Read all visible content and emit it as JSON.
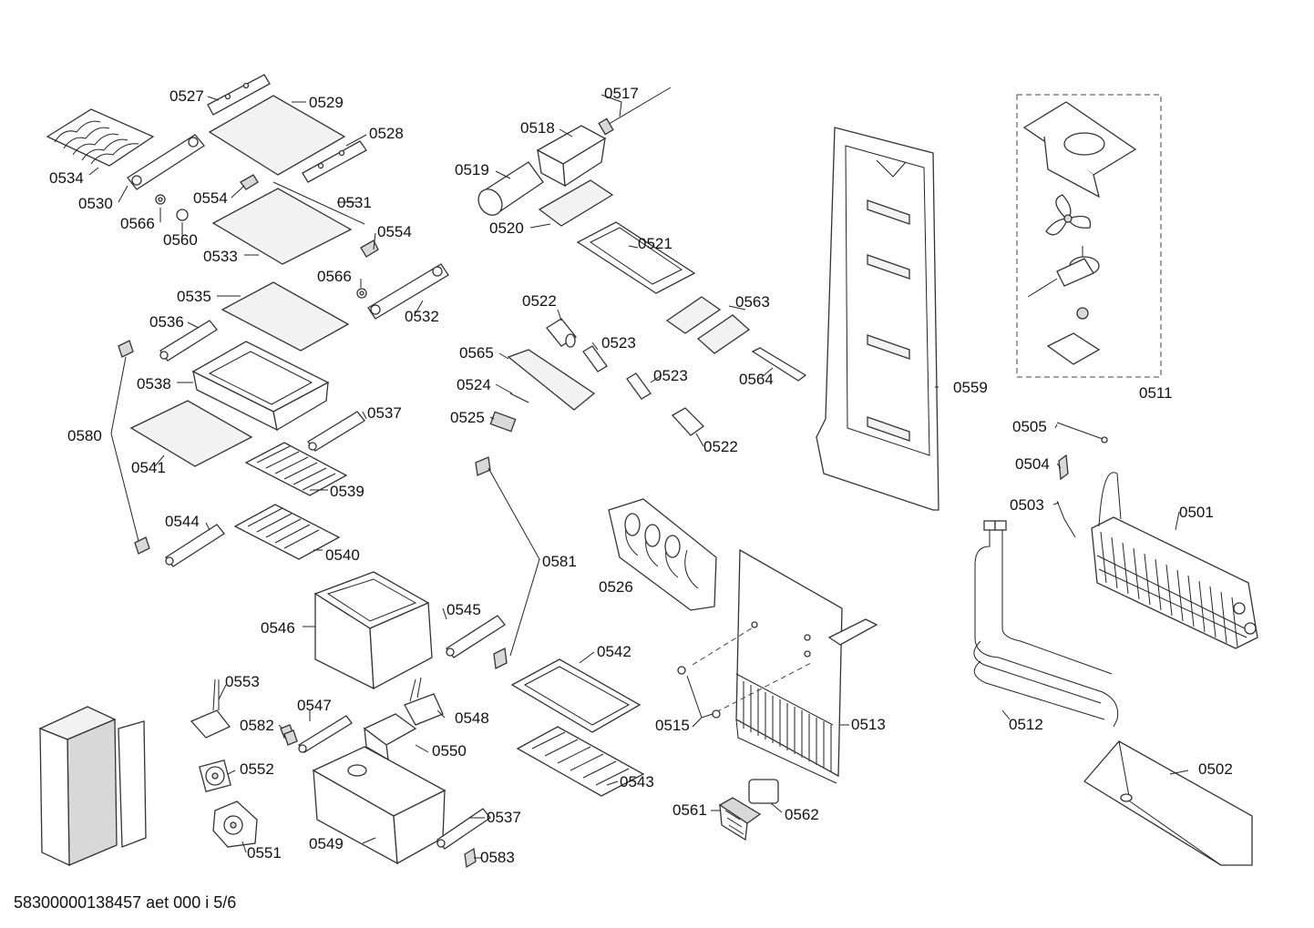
{
  "diagram": {
    "parts": [
      {
        "label": "0527"
      },
      {
        "label": "0529"
      },
      {
        "label": "0528"
      },
      {
        "label": "0534"
      },
      {
        "label": "0530"
      },
      {
        "label": "0554"
      },
      {
        "label": "0531"
      },
      {
        "label": "0566"
      },
      {
        "label": "0560"
      },
      {
        "label": "0554"
      },
      {
        "label": "0533"
      },
      {
        "label": "0566"
      },
      {
        "label": "0532"
      },
      {
        "label": "0535"
      },
      {
        "label": "0536"
      },
      {
        "label": "0538"
      },
      {
        "label": "0537"
      },
      {
        "label": "0580"
      },
      {
        "label": "0541"
      },
      {
        "label": "0539"
      },
      {
        "label": "0544"
      },
      {
        "label": "0540"
      },
      {
        "label": "0517"
      },
      {
        "label": "0518"
      },
      {
        "label": "0519"
      },
      {
        "label": "0520"
      },
      {
        "label": "0521"
      },
      {
        "label": "0522"
      },
      {
        "label": "0563"
      },
      {
        "label": "0523"
      },
      {
        "label": "0565"
      },
      {
        "label": "0523"
      },
      {
        "label": "0524"
      },
      {
        "label": "0564"
      },
      {
        "label": "0525"
      },
      {
        "label": "0522"
      },
      {
        "label": "0581"
      },
      {
        "label": "0559"
      },
      {
        "label": "0511"
      },
      {
        "label": "0505"
      },
      {
        "label": "0504"
      },
      {
        "label": "0503"
      },
      {
        "label": "0501"
      },
      {
        "label": "0526"
      },
      {
        "label": "0546"
      },
      {
        "label": "0545"
      },
      {
        "label": "0542"
      },
      {
        "label": "0553"
      },
      {
        "label": "0547"
      },
      {
        "label": "0582"
      },
      {
        "label": "0548"
      },
      {
        "label": "0550"
      },
      {
        "label": "0552"
      },
      {
        "label": "0543"
      },
      {
        "label": "0515"
      },
      {
        "label": "0513"
      },
      {
        "label": "0512"
      },
      {
        "label": "0502"
      },
      {
        "label": "0537"
      },
      {
        "label": "0549"
      },
      {
        "label": "0551"
      },
      {
        "label": "0561"
      },
      {
        "label": "0562"
      },
      {
        "label": "0583"
      }
    ],
    "footer": "58300000138457 aet 000 i 5/6"
  }
}
